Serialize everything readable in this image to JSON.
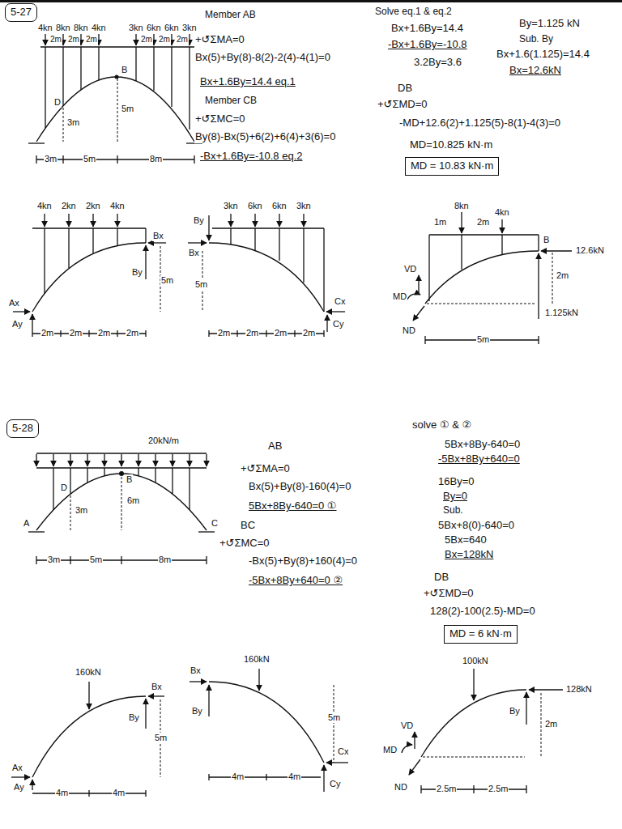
{
  "diagram": {
    "nodes": [
      {
        "text": [
          "5-27"
        ]
      },
      {
        "text": [
          "MD = 10.83 kN·m"
        ]
      },
      {
        "text": [
          "5-28"
        ]
      },
      {
        "text": [
          "MD = 6 kN·m"
        ]
      }
    ],
    "labels": [
      "4kn",
      "8kn",
      "8kn",
      "4kn",
      "3kn",
      "6kn",
      "6kn",
      "3kn",
      "2m",
      "2m",
      "2m",
      "2m",
      "2m",
      "2m",
      "D",
      "3m",
      "B",
      "5m",
      "3m",
      "5m",
      "8m",
      "Member AB",
      "+↺ΣMA=0",
      "Bx(5)+By(8)-8(2)-2(4)-4(1)=0",
      "Bx+1.6By=14.4 eq.1",
      "Member CB",
      "+↺ΣMC=0",
      "By(8)-Bx(5)+6(2)+6(4)+3(6)=0",
      "-Bx+1.6By=-10.8 eq.2",
      "Solve eq.1 & eq.2",
      "Bx+1.6By=14.4",
      "-Bx+1.6By=-10.8",
      "3.2By=3.6",
      "By=1.125 kN",
      "Sub. By",
      "Bx+1.6(1.125)=14.4",
      "Bx=12.6kN",
      "DB",
      "+↺ΣMD=0",
      "-MD+12.6(2)+1.125(5)-8(1)-4(3)=0",
      "MD=10.825 kN·m",
      "4kn",
      "2kn",
      "2kn",
      "4kn",
      "Bx",
      "By",
      "5m",
      "Ax",
      "Ay",
      "2m",
      "2m",
      "2m",
      "2m",
      "By",
      "Bx",
      "3kn",
      "6kn",
      "6kn",
      "3kn",
      "5m",
      "Cx",
      "Cy",
      "2m",
      "2m",
      "2m",
      "2m",
      "8kn",
      "4kn",
      "1m",
      "2m",
      "B",
      "12.6kN",
      "2m",
      "1.125kN",
      "VD",
      "MD",
      "ND",
      "5m",
      "20kN/m",
      "D",
      "B",
      "3m",
      "6m",
      "A",
      "C",
      "3m",
      "5m",
      "8m",
      "AB",
      "+↺ΣMA=0",
      "Bx(5)+By(8)-160(4)=0",
      "5Bx+8By-640=0 ①",
      "BC",
      "+↺ΣMC=0",
      "-Bx(5)+By(8)+160(4)=0",
      "-5Bx+8By+640=0 ②",
      "solve ① & ②",
      "5Bx+8By-640=0",
      "-5Bx+8By+640=0",
      "16By=0",
      "By=0",
      "Sub.",
      "5Bx+8(0)-640=0",
      "5Bx=640",
      "Bx=128kN",
      "DB",
      "+↺ΣMD=0",
      "128(2)-100(2.5)-MD=0",
      "160kN",
      "Ax",
      "Ay",
      "4m",
      "4m",
      "Bx",
      "By",
      "5m",
      "160kN",
      "Bx",
      "By",
      "5m",
      "4m",
      "4m",
      "Cx",
      "Cy",
      "100kN",
      "128kN",
      "By",
      "2m",
      "VD",
      "MD",
      "ND",
      "2.5m",
      "2.5m"
    ]
  }
}
